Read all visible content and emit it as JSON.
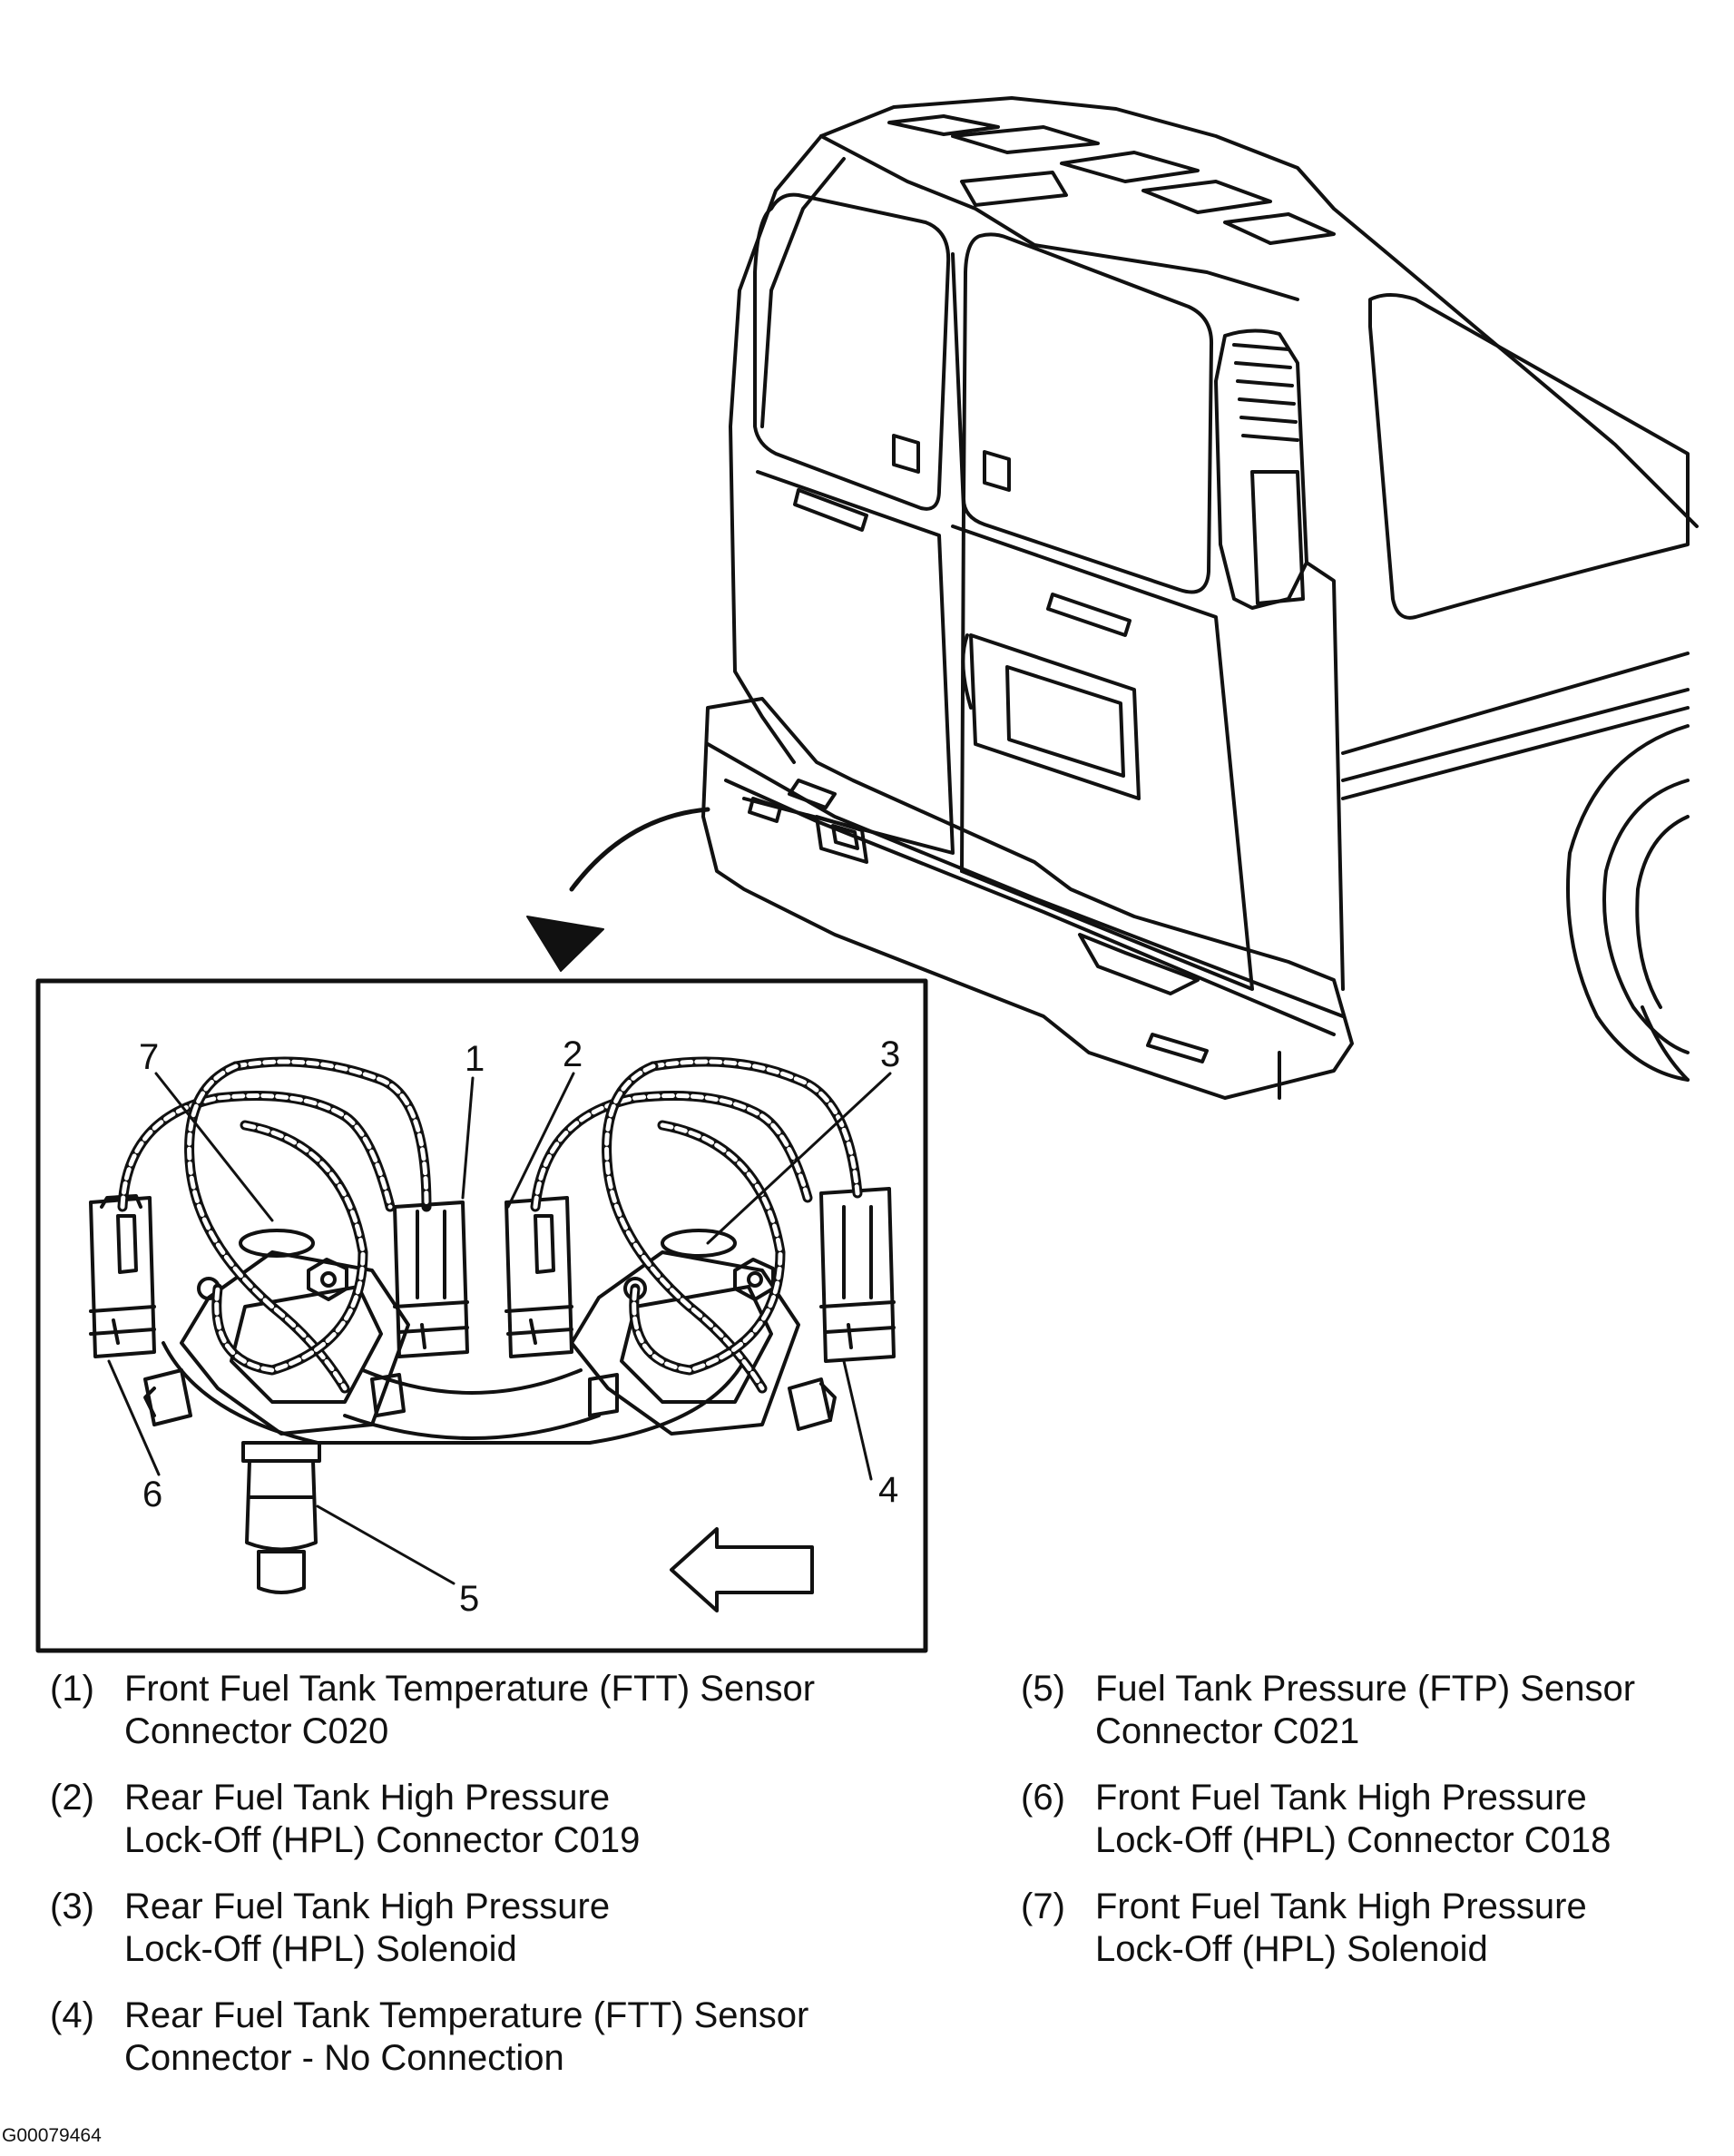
{
  "diagram": {
    "callouts": [
      "1",
      "2",
      "3",
      "4",
      "5",
      "6",
      "7"
    ],
    "legend": [
      {
        "num": "(1)",
        "line1": "Front Fuel Tank Temperature (FTT) Sensor",
        "line2": "Connector C020"
      },
      {
        "num": "(2)",
        "line1": "Rear Fuel Tank High Pressure",
        "line2": "Lock-Off (HPL) Connector C019"
      },
      {
        "num": "(3)",
        "line1": "Rear Fuel Tank High Pressure",
        "line2": "Lock-Off (HPL) Solenoid"
      },
      {
        "num": "(4)",
        "line1": "Rear Fuel Tank Temperature (FTT) Sensor",
        "line2": "Connector - No Connection"
      },
      {
        "num": "(5)",
        "line1": "Fuel Tank Pressure (FTP) Sensor",
        "line2": "Connector C021"
      },
      {
        "num": "(6)",
        "line1": "Front Fuel Tank High Pressure",
        "line2": "Lock-Off (HPL) Connector C018"
      },
      {
        "num": "(7)",
        "line1": "Front Fuel Tank High Pressure",
        "line2": "Lock-Off (HPL) Solenoid"
      }
    ],
    "figure_code": "G00079464"
  }
}
